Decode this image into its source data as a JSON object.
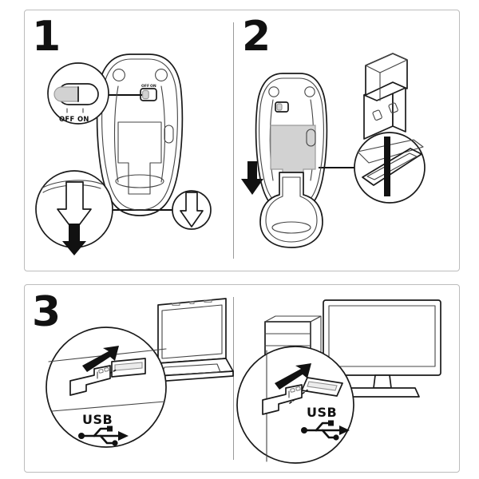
{
  "document": {
    "type": "instruction-manual-diagram",
    "title": "Wireless Mouse Setup Instructions",
    "background_color": "#ffffff",
    "line_color": "#1a1a1a",
    "accent_gray": "#d2d2d2",
    "panel_border_color": "#bcbcbc"
  },
  "panels": [
    {
      "number": "1",
      "name": "power-switch-step",
      "caption": "",
      "callouts": {
        "switch_detail": {
          "name": "switch-closeup",
          "label_off": "OFF",
          "label_on": "ON",
          "state": "off"
        },
        "battery_cover_detail": {
          "name": "cover-slide-closeup",
          "arrow_outline": "down",
          "arrow_solid": "down"
        },
        "small_arrow": {
          "name": "cover-slide-arrow",
          "direction": "down"
        }
      },
      "objects": [
        "mouse-bottom",
        "power-switch",
        "battery-cover"
      ]
    },
    {
      "number": "2",
      "name": "receiver-removal-step",
      "caption": "",
      "callouts": {
        "bay_detail": {
          "name": "receiver-bay-closeup",
          "arrow": "up"
        },
        "cover_arrow": {
          "name": "cover-removal-arrow",
          "direction": "down"
        }
      },
      "objects": [
        "mouse-bottom-open",
        "battery-compartment",
        "usb-receiver",
        "receiver-bay"
      ]
    },
    {
      "number": "3",
      "name": "plug-receiver-step",
      "caption": "",
      "sub_scenes": [
        {
          "name": "laptop-scene",
          "device": "laptop",
          "callout": {
            "name": "laptop-usb-closeup",
            "usb_label": "USB",
            "usb_symbol": "usb-trident-icon",
            "arrow": "insert",
            "port": "usb-a-port",
            "plug": "usb-receiver"
          }
        },
        {
          "name": "desktop-scene",
          "device": "desktop-tower-and-monitor",
          "callout": {
            "name": "desktop-usb-closeup",
            "usb_label": "USB",
            "usb_symbol": "usb-trident-icon",
            "arrow": "insert",
            "port": "usb-a-port",
            "plug": "usb-receiver"
          }
        }
      ]
    }
  ],
  "labels": {
    "off": "OFF",
    "on": "ON",
    "usb": "USB"
  }
}
